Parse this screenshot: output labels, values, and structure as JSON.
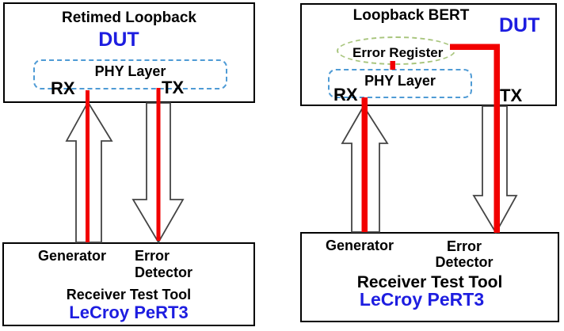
{
  "colors": {
    "red_signal": "#f20000",
    "blue_text": "#1d1de0",
    "arrow_outline": "#444444",
    "phy_border": "#4f9bd5",
    "ellipse_border": "#a8c57d",
    "box_border": "#000000",
    "background": "#ffffff"
  },
  "left_diagram": {
    "dut_box": {
      "title": "Retimed Loopback",
      "dut": "DUT",
      "phy": "PHY Layer",
      "rx": "RX",
      "tx": "TX"
    },
    "tester_box": {
      "generator": "Generator",
      "error_detector": "Error\nDetector",
      "tool": "Receiver Test Tool",
      "brand": "LeCroy PeRT3"
    }
  },
  "right_diagram": {
    "dut_box": {
      "title": "Loopback BERT",
      "dut": "DUT",
      "error_register": "Error Register",
      "phy": "PHY Layer",
      "rx": "RX",
      "tx": "TX"
    },
    "tester_box": {
      "generator": "Generator",
      "error_detector": "Error\nDetector",
      "tool": "Receiver Test Tool",
      "brand": "LeCroy PeRT3"
    }
  }
}
